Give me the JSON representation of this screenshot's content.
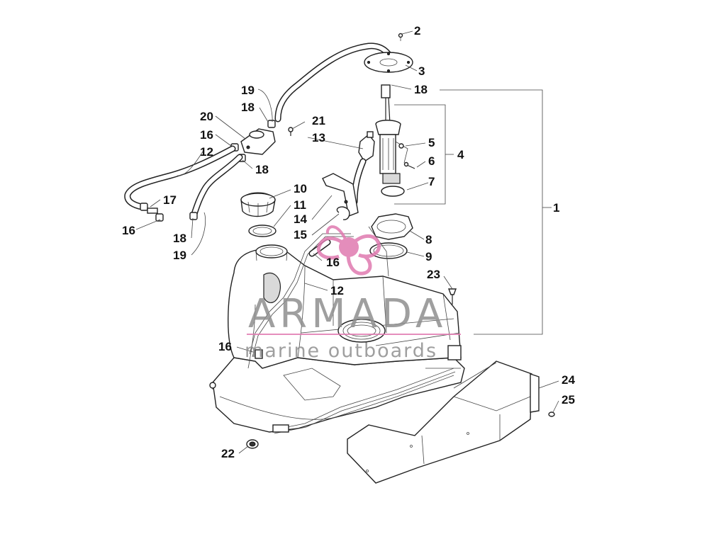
{
  "watermark": {
    "brand": "ARMADA",
    "tagline": "marine outboards",
    "accent_color": "#e07ab0"
  },
  "callouts": {
    "c1": "1",
    "c2": "2",
    "c3": "3",
    "c4": "4",
    "c5": "5",
    "c6": "6",
    "c7": "7",
    "c8": "8",
    "c9": "9",
    "c10": "10",
    "c11": "11",
    "c12a": "12",
    "c12b": "12",
    "c13": "13",
    "c14": "14",
    "c15": "15",
    "c16a": "16",
    "c16b": "16",
    "c16c": "16",
    "c16d": "16",
    "c17": "17",
    "c18a": "18",
    "c18b": "18",
    "c18c": "18",
    "c18d": "18",
    "c19a": "19",
    "c19b": "19",
    "c20": "20",
    "c21": "21",
    "c22": "22",
    "c23": "23",
    "c24": "24",
    "c25": "25"
  }
}
